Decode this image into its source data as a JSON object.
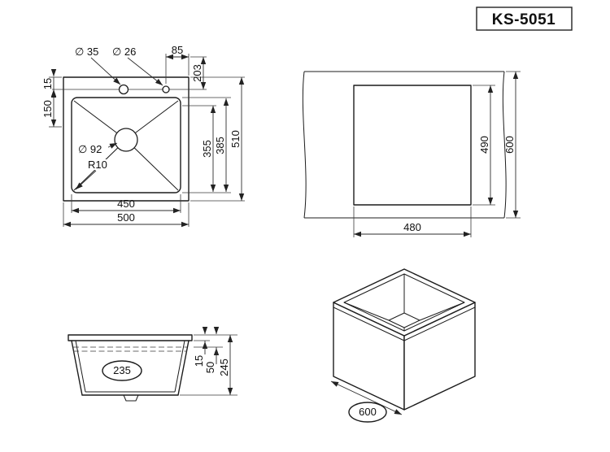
{
  "title_block": {
    "model": "KS-5051"
  },
  "top_view": {
    "hole_left_dia": "∅ 35",
    "hole_right_dia": "∅ 26",
    "hole_edge_offset": "85",
    "hole_line_offset": "203",
    "flange_gap": "15",
    "left_offset": "150",
    "drain_dia": "∅ 92",
    "corner_radius": "R10",
    "bowl_width": "450",
    "overall_width": "500",
    "inner_length": "355",
    "bowl_length": "385",
    "overall_length": "510"
  },
  "cutout_view": {
    "cutout_height": "490",
    "counter_depth": "600",
    "cutout_width": "480"
  },
  "section_view": {
    "drain_offset": "235",
    "rim_height": "15",
    "ledge_height": "50",
    "overall_height": "245"
  },
  "iso_view": {
    "cabinet_width": "600"
  }
}
